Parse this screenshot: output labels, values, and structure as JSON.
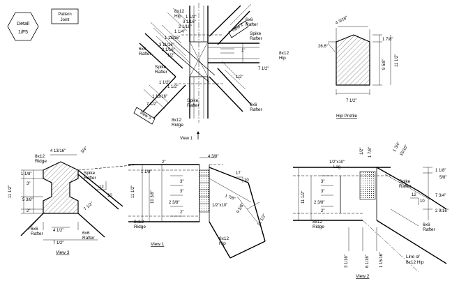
{
  "detail_badge": {
    "line1": "Detail",
    "line2": "1/F5"
  },
  "pattern_box": {
    "line1": "Pattern",
    "line2": "Joint"
  },
  "plan": {
    "labels": {
      "hip_top": [
        "8x12",
        "Hip"
      ],
      "rafter_top_left": [
        "6x6",
        "Rafter"
      ],
      "rafter_top_right": [
        "6x6",
        "Rafter"
      ],
      "spike_rafter_upper_left": [
        "Spike",
        "Rafter"
      ],
      "spike_rafter_upper_right": [
        "Spike",
        "Rafter"
      ],
      "hip_right": [
        "8x12",
        "Hip"
      ],
      "spike_rafter_lower": [
        "Spike",
        "Rafter"
      ],
      "rafter_lower_right": [
        "6x6",
        "Rafter"
      ],
      "ridge": [
        "8x12",
        "Ridge"
      ]
    },
    "dims": [
      "1 1/2\"",
      "3 1/16\"",
      "2 1/16\"",
      "1 1/4\"",
      "1 13/16\"",
      "3 11/16\"",
      "2 1/16\"",
      "1/2\"",
      "1\"",
      "7 1/2\"",
      "1/2\"",
      "1 1/2\"",
      "1 1/2\"",
      "1 13/16\"",
      "7 1/2\""
    ],
    "view_tags": {
      "view2": "View 2",
      "view3": "View 3",
      "view1": "View 1"
    }
  },
  "hip_profile": {
    "dims": {
      "top": "4 3/16\"",
      "angle": "26.6°",
      "right_top": "1 7/8\"",
      "right_mid": "9 5/8\"",
      "right_total": "11 1/2\"",
      "bottom": "7 1/2\""
    },
    "title": "Hip Profile"
  },
  "view3": {
    "labels": {
      "ridge": [
        "8x12",
        "Ridge"
      ],
      "spike": [
        "Spike",
        "Rafter"
      ],
      "rafter_left": [
        "6x6",
        "Rafter"
      ],
      "rafter_right": [
        "6x6",
        "Rafter"
      ]
    },
    "dims": {
      "top_a": "4 13/16\"",
      "top_b": "3/4\"",
      "l1": "1 1/8\"",
      "l2": "3\"",
      "l3": "5 3/8\"",
      "l4": "2\"",
      "left_total": "11 1/2\"",
      "slope_run": "12",
      "slope_rise": "10",
      "diag": "7 1/2\"",
      "b1": "4 1/2\"",
      "b2": "7 1/2\""
    },
    "title": "View 3"
  },
  "view1": {
    "labels": {
      "ridge": [
        "8x12",
        "Ridge"
      ],
      "hip": [
        "8x12",
        "Hip"
      ]
    },
    "dims": {
      "top": "4 3/8\"",
      "d2": "2\"",
      "d118": "1 1/8\"",
      "left_total": "11 1/2\"",
      "inner": "10 3/8\"",
      "s3a": "3\"",
      "s3b": "3\"",
      "s238": "2 3/8\"",
      "s2": "2\"",
      "slope_run": "17",
      "slope_rise": "10",
      "lag": "1/2\"x10\"",
      "diag1": "1 7/8\"",
      "diag2": "9 5/8\"",
      "diag3": "11 1/2\""
    },
    "title": "View 1"
  },
  "view2": {
    "labels": {
      "ridge": [
        "8x12",
        "Ridge"
      ],
      "spike": [
        "Spike",
        "Rafter"
      ],
      "rafter": [
        "6x6",
        "Rafter"
      ],
      "lag": [
        "1/2\"x10\"",
        "Lag"
      ],
      "line_of_hip": [
        "Line of",
        "8x12 Hip"
      ]
    },
    "dims": {
      "t1": "1/2\"",
      "t2": "1 7/8\"",
      "t3": "1 3/4\"",
      "t4": "15/16\"",
      "r1": "1 1/8\"",
      "r2": "5/8\"",
      "r3": "7 3/4\"",
      "r4": "2 9/16\"",
      "l1": "3\"",
      "l2": "3\"",
      "l3": "2 3/8\"",
      "l4": "2\"",
      "left_total": "11 1/2\"",
      "slope_run": "12",
      "slope_rise": "10",
      "b1": "3 1/16\"",
      "b2": "6 1/16\"",
      "b3": "1 15/16\""
    },
    "title": "View 2"
  }
}
